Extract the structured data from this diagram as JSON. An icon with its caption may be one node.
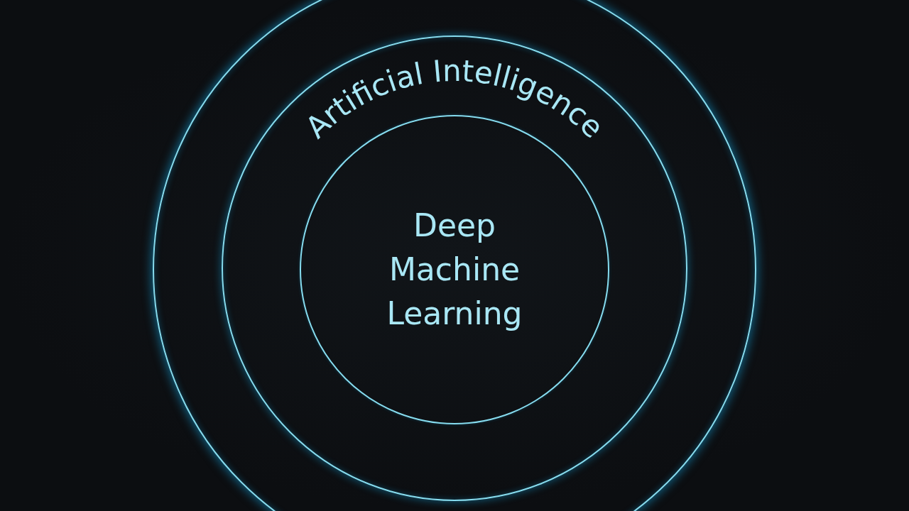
{
  "diagram": {
    "nodes": [
      {
        "text": [],
        "shape": "circle"
      },
      {
        "text": [
          "Artificial Intelligence"
        ],
        "in": 0
      },
      {
        "text": [
          "Deep Machine Learning"
        ],
        "in": 1
      }
    ]
  }
}
